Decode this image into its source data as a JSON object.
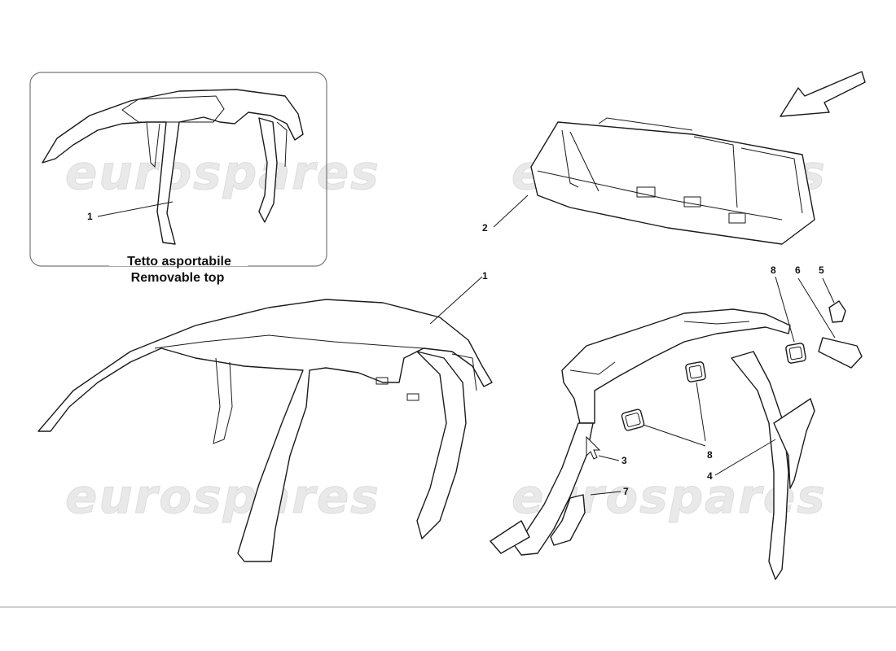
{
  "watermark": "eurospares",
  "inset": {
    "caption_line1": "Tetto asportabile",
    "caption_line2": "Removable top",
    "callout": "1"
  },
  "callouts": {
    "c1": "1",
    "c2": "2",
    "c3": "3",
    "c4": "4",
    "c5": "5",
    "c6": "6",
    "c7": "7",
    "c8a": "8",
    "c8b": "8"
  },
  "icons": [
    "direction-arrow-icon",
    "mouse-cursor-icon"
  ],
  "colors": {
    "line": "#1a1a1a",
    "watermark": "#e9e9e9",
    "footer_rule": "#bdbdbd"
  }
}
